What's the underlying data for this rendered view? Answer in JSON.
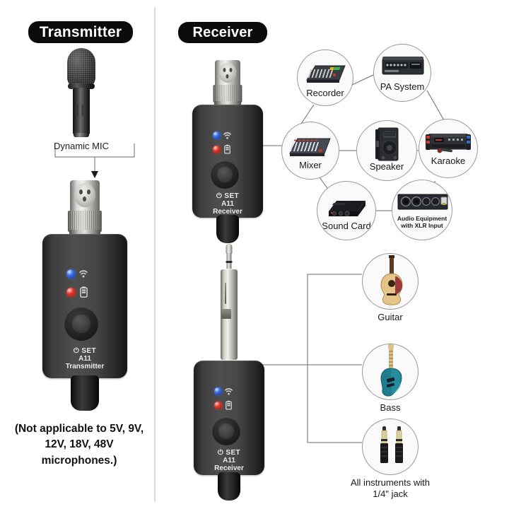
{
  "sections": {
    "transmitter_title": "Transmitter",
    "receiver_title": "Receiver"
  },
  "transmitter_side": {
    "source_label": "Dynamic MIC",
    "device": {
      "line1": "⏻ SET",
      "line2": "A11",
      "line3": "Transmitter",
      "connector": "xlr-female",
      "leds": [
        {
          "name": "signal-led",
          "color": "#3b6fe0",
          "icon": "wifi-icon"
        },
        {
          "name": "battery-led",
          "color": "#e23b2c",
          "icon": "battery-icon"
        }
      ]
    },
    "note": "(Not applicable to 5V, 9V, 12V, 18V, 48V microphones.)"
  },
  "receiver_side": {
    "xlr_receiver": {
      "line1": "⏻ SET",
      "line2": "A11",
      "line3": "Receiver",
      "connector": "xlr-female"
    },
    "ts_receiver": {
      "line1": "⏻ SET",
      "line2": "A11",
      "line3": "Receiver",
      "connector": "quarter-inch-ts-plug"
    },
    "xlr_outputs": [
      {
        "id": "recorder",
        "label": "Recorder",
        "icon": "recorder-icon"
      },
      {
        "id": "pa-system",
        "label": "PA System",
        "icon": "pa-amp-icon"
      },
      {
        "id": "mixer",
        "label": "Mixer",
        "icon": "mixer-icon"
      },
      {
        "id": "speaker",
        "label": "Speaker",
        "icon": "speaker-icon"
      },
      {
        "id": "karaoke",
        "label": "Karaoke",
        "icon": "karaoke-icon"
      },
      {
        "id": "sound-card",
        "label": "Sound Card",
        "icon": "sound-card-icon"
      },
      {
        "id": "audio-equipment",
        "label": "Audio Equipment\nwith XLR Input",
        "label_line1": "Audio Equipment",
        "label_line2": "with XLR Input",
        "icon": "xlr-interface-icon"
      }
    ],
    "instrument_inputs": [
      {
        "id": "guitar",
        "label": "Guitar",
        "icon": "acoustic-guitar-icon"
      },
      {
        "id": "bass",
        "label": "Bass",
        "icon": "bass-guitar-icon"
      },
      {
        "id": "quarter-jack",
        "label_line1": "All instruments with",
        "label_line2": "1/4\" jack",
        "icon": "ts-plugs-icon"
      }
    ]
  },
  "colors": {
    "pill_bg": "#0b0b0b",
    "pill_text": "#ffffff",
    "divider": "#d8d8d8",
    "circle_stroke": "#9a9a9a",
    "led_blue": "#3b6fe0",
    "led_red": "#e23b2c",
    "device_body": "#3f3f3f"
  }
}
